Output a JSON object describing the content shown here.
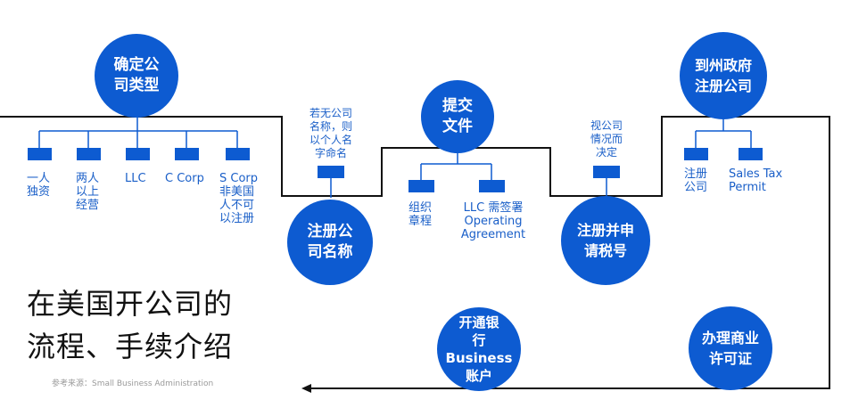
{
  "steps": {
    "s1": "确定公\n司类型",
    "s2": "注册公\n司名称",
    "s3": "提交\n文件",
    "s4": "注册并申\n请税号",
    "s5": "到州政府\n注册公司",
    "s6": "办理商业\n许可证",
    "s7": "开通银\n行Business\n账户"
  },
  "company_types": [
    "一人\n独资",
    "两人\n以上\n经营",
    "LLC",
    "C Corp",
    "S Corp\n非美国\n人不可\n以注册"
  ],
  "notes": {
    "no_name": "若无公司\n名称，则\n以个人名\n字命名",
    "tax_id": "视公司\n情况而\n决定"
  },
  "documents": [
    "组织\n章程",
    "LLC 需签署\nOperating\nAgreement"
  ],
  "state_registration": [
    "注册\n公司",
    "Sales Tax\nPermit"
  ],
  "title": {
    "line1": "在美国开公司的",
    "line2": "流程、手续介绍"
  },
  "source": "参考来源：Small Business Administration",
  "colors": {
    "accent": "#0d5bd1",
    "line": "#111111",
    "text_blue": "#1a5fc8"
  }
}
